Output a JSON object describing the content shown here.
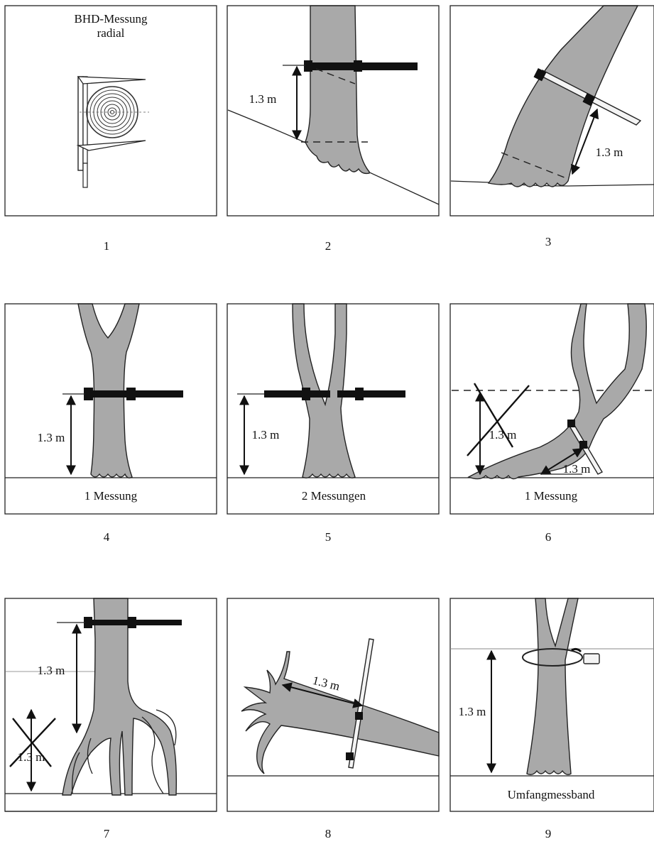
{
  "panels": [
    {
      "number": "1",
      "title_line1": "BHD-Messung",
      "title_line2": "radial"
    },
    {
      "number": "2",
      "height_label": "1.3 m"
    },
    {
      "number": "3",
      "height_label": "1.3 m"
    },
    {
      "number": "4",
      "height_label": "1.3 m",
      "caption": "1 Messung"
    },
    {
      "number": "5",
      "height_label": "1.3 m",
      "caption": "2 Messungen"
    },
    {
      "number": "6",
      "height_label": "1.3 m",
      "height_label_2": "1.3 m",
      "caption": "1 Messung"
    },
    {
      "number": "7",
      "height_label": "1.3 m",
      "height_label_2": "1.3 m"
    },
    {
      "number": "8",
      "height_label": "1.3 m"
    },
    {
      "number": "9",
      "height_label": "1.3 m",
      "caption": "Umfangmessband"
    }
  ],
  "colors": {
    "trunk": "#a9a9a9",
    "ink": "#111111",
    "background": "#ffffff"
  }
}
